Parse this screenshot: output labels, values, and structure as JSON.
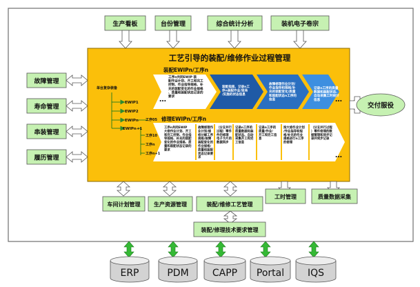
{
  "top_modules": [
    "生产看板",
    "台份管理",
    "综合统计分析",
    "装机电子卷宗"
  ],
  "left_modules": [
    "故障管理",
    "寿命管理",
    "串装管理",
    "履历管理"
  ],
  "right_output": "交付服役",
  "bottom_modules": [
    "车间计划管理",
    "生产资源管理",
    "装配/维修工艺管理",
    "工时管理",
    "质量数据采集"
  ],
  "support_module": "装配/修理技术要求管理",
  "systems": [
    "ERP",
    "PDM",
    "CAPP",
    "Portal",
    "IQS"
  ],
  "core": {
    "title": "工艺引导的装配/维修作业过程管理",
    "assembly_title": "装配EWIPn/工序n",
    "repair_title": "修理EWIPn/工序n",
    "tree": {
      "root": "单台复杂装备",
      "ewip_items": [
        "EWIP1",
        "EWIP2",
        "EWIPn",
        "EWIPn+1"
      ],
      "process_items": [
        "工序05",
        "工序10",
        "工序n",
        "工序n+1"
      ]
    },
    "ellipsis": "…",
    "assembly_steps": [
      "工序n共同EWIP 装配作业计划、开工和完工控制、作业指导规格、补充的装配变化的作业规格、质量和装配状态记录的要求",
      "装配指南、记录n工序n装配作业/现场/实施的状态信息",
      "故障修理作业计划/作业指导和规格/补充的装配变化/质量和装配状态n工序的信息",
      "记录n工序的质量数据和装配状态、自动采集工时统计信息"
    ],
    "repair_steps": [
      "工序n共同EWIP大修作业计划、开工和完工控制、作业指导规格、补充的装配变化的作业规格、质量和装配状态记录的要求",
      "故障修理作业计划/维修分解工序规格/故障装配变化的作业规格/质量和装配状态记录要求",
      "（分支并行过程）零件件的修理 电子卡片的数据同步",
      "记录n工序的质量数据和装配状态、自动采集开工和完工信息",
      "记录n工序的质量/作业/开工和完工信息",
      "按大修作业计划/作业指导和规格/补充的作业规格进行n工序的修理",
      "（分支并行过程）零件修理的数据管理和同步记录并同步记录"
    ]
  }
}
